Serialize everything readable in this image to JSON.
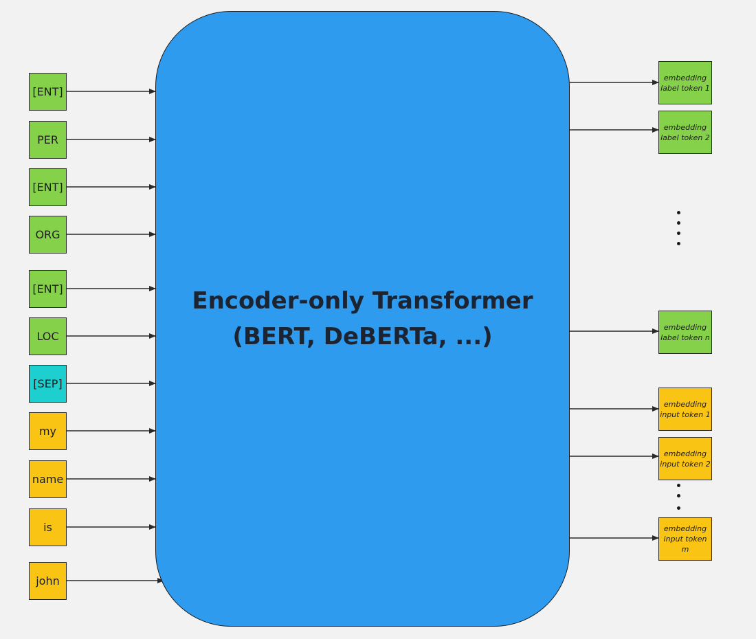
{
  "encoder": {
    "title_line1": "Encoder-only Transformer",
    "title_line2": "(BERT, DeBERTa, ...)",
    "fill_color": "#2e9bef"
  },
  "colors": {
    "label_token": "#86d14a",
    "separator_token": "#1ecfcf",
    "input_token": "#f9c414"
  },
  "inputs": [
    {
      "text": "[ENT]",
      "kind": "label"
    },
    {
      "text": "PER",
      "kind": "label"
    },
    {
      "text": "[ENT]",
      "kind": "label"
    },
    {
      "text": "ORG",
      "kind": "label"
    },
    {
      "text": "[ENT]",
      "kind": "label"
    },
    {
      "text": "LOC",
      "kind": "label"
    },
    {
      "text": "[SEP]",
      "kind": "separator"
    },
    {
      "text": "my",
      "kind": "input"
    },
    {
      "text": "name",
      "kind": "input"
    },
    {
      "text": "is",
      "kind": "input"
    },
    {
      "text": "john",
      "kind": "input"
    }
  ],
  "outputs": [
    {
      "line1": "embedding",
      "line2": "label token 1",
      "kind": "label"
    },
    {
      "line1": "embedding",
      "line2": "label token 2",
      "kind": "label"
    },
    {
      "line1": "embedding",
      "line2": "label token n",
      "kind": "label"
    },
    {
      "line1": "embedding",
      "line2": "input token 1",
      "kind": "input"
    },
    {
      "line1": "embedding",
      "line2": "input token 2",
      "kind": "input"
    },
    {
      "line1": "embedding",
      "line2": "input token m",
      "kind": "input"
    }
  ]
}
